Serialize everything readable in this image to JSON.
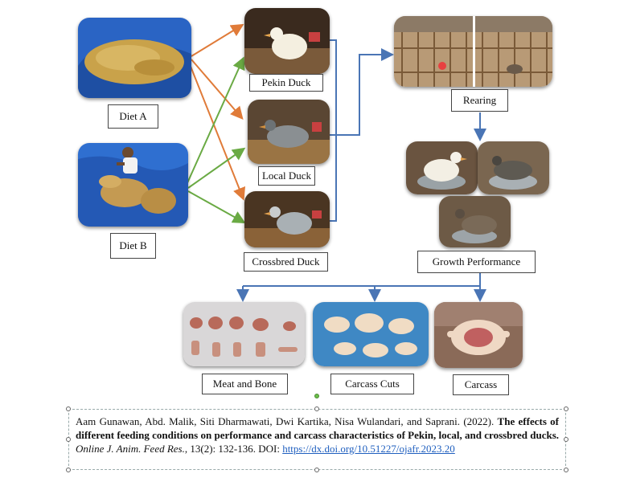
{
  "labels": {
    "diet_a": "Diet A",
    "diet_b": "Diet B",
    "pekin_duck": "Pekin Duck",
    "local_duck": "Local Duck",
    "crossbred_duck": "Crossbred Duck",
    "rearing": "Rearing",
    "growth_performance": "Growth Performance",
    "meat_and_bone": "Meat and Bone",
    "carcass_cuts": "Carcass Cuts",
    "carcass": "Carcass"
  },
  "citation": {
    "authors": "Aam Gunawan, Abd. Malik, Siti Dharmawati, Dwi Kartika, Nisa Wulandari, and Saprani. (2022).",
    "title": "The effects of different feeding conditions on performance and carcass characteristics of Pekin, local, and crossbred ducks.",
    "journal": "Online J. Anim. Feed Res.",
    "volume_pages": ", 13(2): 132-136.",
    "doi_label": "DOI:",
    "doi_url": "https://dx.doi.org/10.51227/ojafr.2023.20"
  },
  "colors": {
    "diet_a_arrow": "#e07b39",
    "diet_b_arrow": "#6aaa44",
    "flow_arrow": "#4a75b5"
  }
}
